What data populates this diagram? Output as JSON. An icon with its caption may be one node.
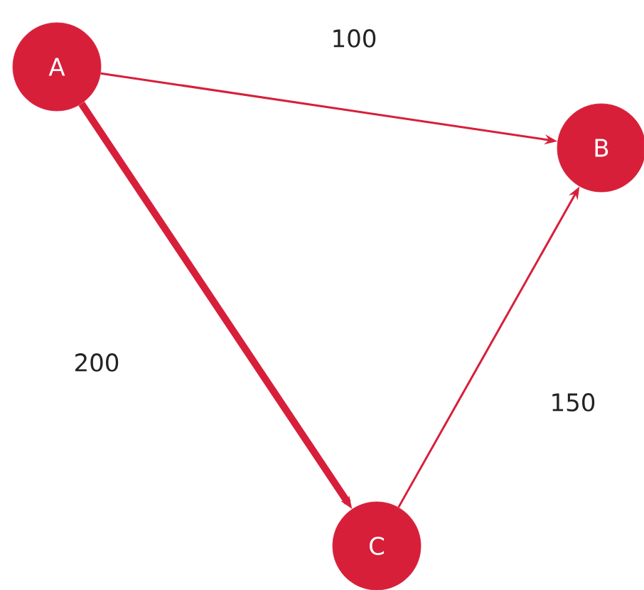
{
  "diagram": {
    "nodes": [
      {
        "text": [
          "A"
        ]
      },
      {
        "text": [
          "B"
        ]
      },
      {
        "text": [
          "C"
        ]
      }
    ],
    "edges": [
      {
        "from": 0,
        "to": 1,
        "arrow": "to",
        "label": "100"
      },
      {
        "from": 0,
        "to": 2,
        "arrow": "to",
        "label": "200",
        "style": "thick"
      },
      {
        "from": 2,
        "to": 1,
        "arrow": "to",
        "label": "150"
      }
    ]
  }
}
